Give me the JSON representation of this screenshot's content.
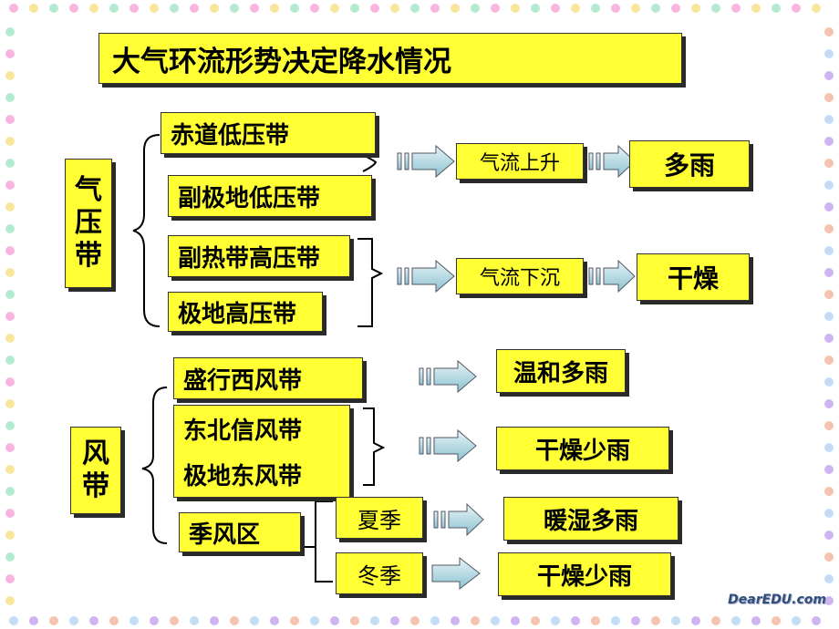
{
  "title": "大气环流形势决定降水情况",
  "pressure": {
    "label": [
      "气",
      "压",
      "带"
    ],
    "low_belts": [
      "赤道低压带",
      "副极地低压带"
    ],
    "high_belts": [
      "副热带高压带",
      "极地高压带"
    ],
    "flow_up": "气流上升",
    "flow_down": "气流下沉",
    "result_up": "多雨",
    "result_down": "干燥"
  },
  "wind": {
    "label": [
      "风",
      "带"
    ],
    "westerly": "盛行西风带",
    "trade": "东北信风带",
    "polar_easterly": "极地东风带",
    "monsoon": "季风区",
    "summer": "夏季",
    "winter": "冬季",
    "result_westerly": "温和多雨",
    "result_trade_polar": "干燥少雨",
    "result_summer": "暖湿多雨",
    "result_winter": "干燥少雨"
  },
  "watermark": "DearEDU.com",
  "colors": {
    "box_fill": "#ffff33",
    "arrow_fill": "#a9d3dd",
    "shadow": "#2a2a2a"
  }
}
